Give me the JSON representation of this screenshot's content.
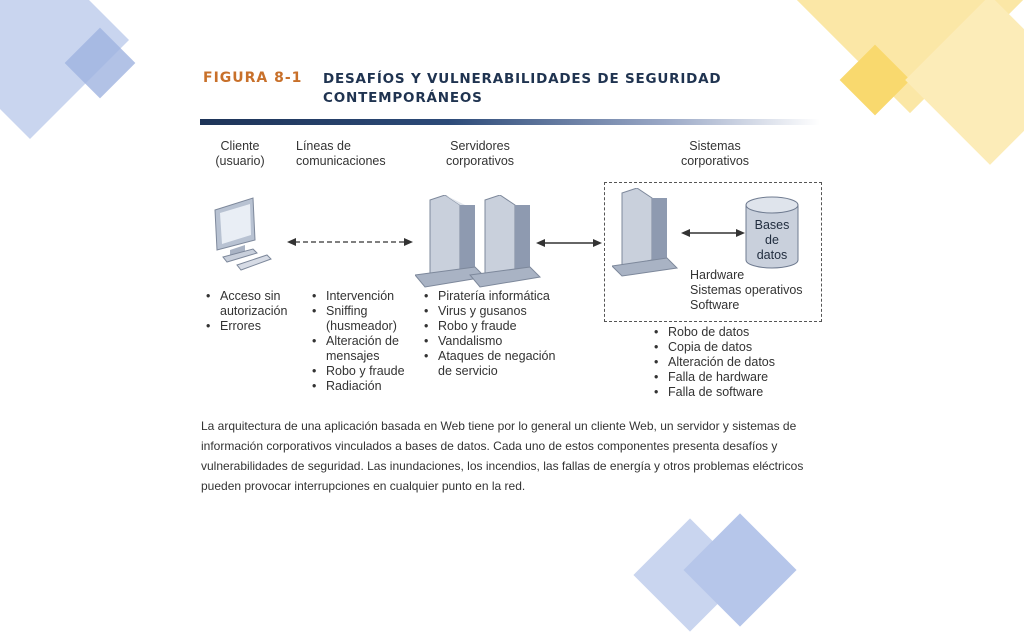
{
  "figure": {
    "label": "FIGURA 8-1",
    "title_line1": "DESAFÍOS Y VULNERABILIDADES DE SEGURIDAD",
    "title_line2": "CONTEMPORÁNEOS"
  },
  "columns": [
    {
      "h1": "Cliente",
      "h2": "(usuario)",
      "items": [
        "Acceso sin autorización",
        "Errores"
      ]
    },
    {
      "h1": "Líneas de",
      "h2": "comunicaciones",
      "items": [
        "Intervención",
        "Sniffing (husmeador)",
        "Alteración de mensajes",
        "Robo y fraude",
        "Radiación"
      ]
    },
    {
      "h1": "Servidores",
      "h2": "corporativos",
      "items": [
        "Piratería informática",
        "Virus y gusanos",
        "Robo y fraude",
        "Vandalismo",
        "Ataques de negación de servicio"
      ]
    },
    {
      "h1": "Sistemas",
      "h2": "corporativos",
      "items": [
        "Robo de datos",
        "Copia de datos",
        "Alteración de datos",
        "Falla de hardware",
        "Falla de software"
      ]
    }
  ],
  "database": {
    "l1": "Bases",
    "l2": "de",
    "l3": "datos"
  },
  "systems_components": [
    "Hardware",
    "Sistemas operativos",
    "Software"
  ],
  "caption": "La arquitectura de una aplicación basada en Web tiene por lo general un cliente Web, un servidor y sistemas de información corporativos vinculados a bases de datos. Cada uno de estos componentes presenta desafíos y vulnerabilidades de seguridad. Las inundaciones, los incendios, las fallas de energía y otros problemas eléctricos pueden provocar interrupciones en cualquier punto en la red."
}
